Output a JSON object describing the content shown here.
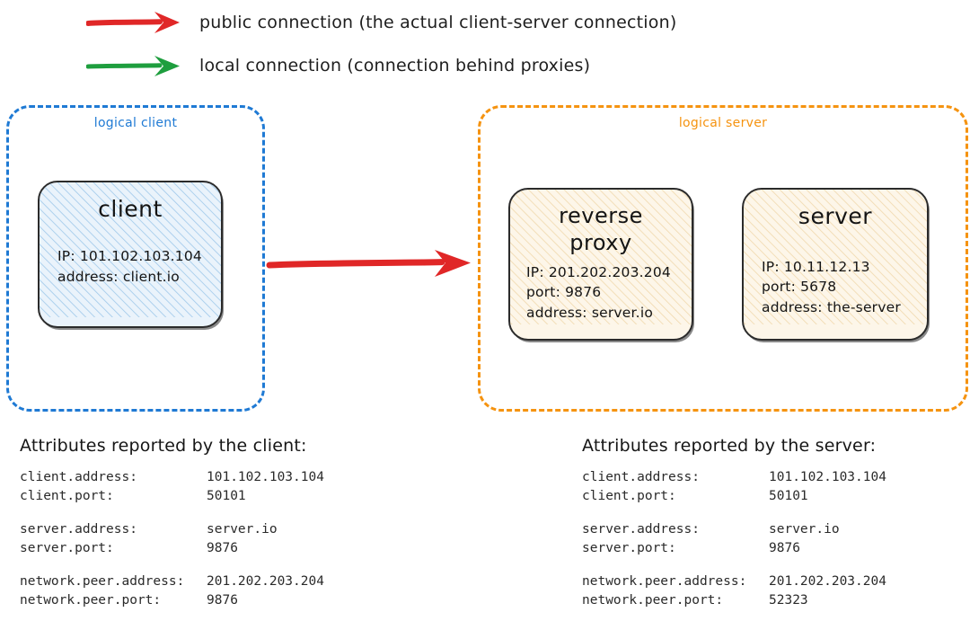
{
  "legend": {
    "items": [
      {
        "icon": "red-arrow-icon",
        "color": "#e02727",
        "label": "public connection (the actual client-server connection)"
      },
      {
        "icon": "green-arrow-icon",
        "color": "#1e9e3e",
        "label": "local connection (connection behind proxies)"
      }
    ]
  },
  "logical_client": {
    "title": "logical client",
    "color": "#1f7ad4",
    "node": {
      "title": "client",
      "fill": "#eaf3fb",
      "lines": [
        "IP: 101.102.103.104",
        "address: client.io"
      ]
    }
  },
  "logical_server": {
    "title": "logical server",
    "color": "#f59310",
    "nodes": [
      {
        "title": "reverse\nproxy",
        "fill": "#fdf6e9",
        "lines": [
          "IP: 201.202.203.204",
          "port: 9876",
          "address: server.io"
        ]
      },
      {
        "title": "server",
        "fill": "#fdf6e9",
        "lines": [
          "IP: 10.11.12.13",
          "port: 5678",
          "address: the-server"
        ]
      }
    ]
  },
  "public_arrow": {
    "color": "#e02727",
    "name": "public-connection-arrow"
  },
  "attributes_client": {
    "heading": "Attributes reported by the client:",
    "groups": [
      [
        {
          "key": "client.address:",
          "value": "101.102.103.104"
        },
        {
          "key": "client.port:",
          "value": "50101"
        }
      ],
      [
        {
          "key": "server.address:",
          "value": "server.io"
        },
        {
          "key": "server.port:",
          "value": "9876"
        }
      ],
      [
        {
          "key": "network.peer.address:",
          "value": "201.202.203.204"
        },
        {
          "key": "network.peer.port:",
          "value": "9876"
        }
      ]
    ]
  },
  "attributes_server": {
    "heading": "Attributes reported by the server:",
    "groups": [
      [
        {
          "key": "client.address:",
          "value": "101.102.103.104"
        },
        {
          "key": "client.port:",
          "value": "50101"
        }
      ],
      [
        {
          "key": "server.address:",
          "value": "server.io"
        },
        {
          "key": "server.port:",
          "value": "9876"
        }
      ],
      [
        {
          "key": "network.peer.address:",
          "value": "201.202.203.204"
        },
        {
          "key": "network.peer.port:",
          "value": "52323"
        }
      ]
    ]
  }
}
